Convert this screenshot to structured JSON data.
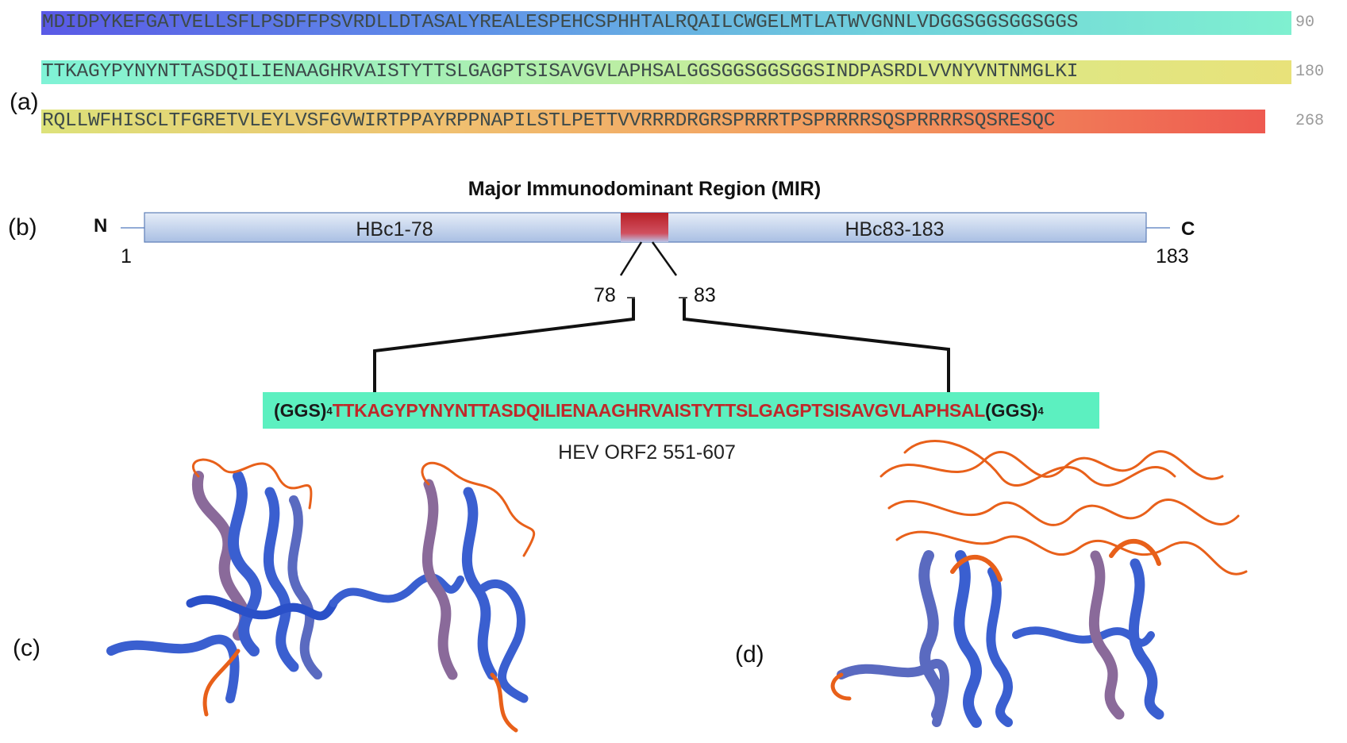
{
  "panels": {
    "a": "(a)",
    "b": "(b)",
    "c": "(c)",
    "d": "(d)"
  },
  "sequence": {
    "rows": [
      {
        "text": "MDIDPYKEFGATVELLSFLPSDFFPSVRDLLDTASALYREALESPEHCSPHHTALRQAILCWGELMTLATWVGNNLVDGGSGGSGGSGGS",
        "end": "90",
        "gradient": [
          "#5a5ae6",
          "#5f8fe8",
          "#6fd0dc",
          "#7ff0d0"
        ]
      },
      {
        "text": "TTKAGYPYNYNTTASDQILIENAAGHRVAISTYTTSLGAGPTSISAVGVLAPHSALGGSGGSGGSGGSINDPASRDLVVNYVNTNMGLKI",
        "end": "180",
        "gradient": [
          "#7ff2d6",
          "#a8f0b4",
          "#d8ea8a",
          "#e8e27a"
        ]
      },
      {
        "text": "RQLLWFHISCLTFGRETVLEYLVSFGVWIRTPPAYRPPNAPILSTLPETTVVRRRDRGRSPRRRTPSPRRRRSQSPRRRRSQSRESQC",
        "end": "268",
        "gradient": [
          "#dde27a",
          "#f0c070",
          "#f39a5e",
          "#ee5a50"
        ]
      }
    ]
  },
  "construct": {
    "title": "Major Immunodominant Region (MIR)",
    "n_label": "N",
    "c_label": "C",
    "start": "1",
    "end": "183",
    "left_segment": "HBc1-78",
    "right_segment": "HBc83-183",
    "insert_start": "78",
    "insert_end": "83",
    "colors": {
      "bar_top": "#dfe8f6",
      "bar_bottom": "#a8bfe4",
      "mir": "#c0282a"
    }
  },
  "insert": {
    "linker": "(GGS)",
    "linker_count": "4",
    "epitope": "TTKAGYPYNYNTTASDQILIENAAGHRVAISTYTTSLGAGPTSISAVGVLAPHSAL",
    "caption": "HEV ORF2 551-607",
    "colors": {
      "box": "#5cf0c0",
      "epitope": "#c0282a"
    }
  },
  "structures": {
    "colors": {
      "helix_blue": "#3a5fd0",
      "helix_mauve": "#8a6a9a",
      "loop_orange": "#e8601a"
    }
  }
}
